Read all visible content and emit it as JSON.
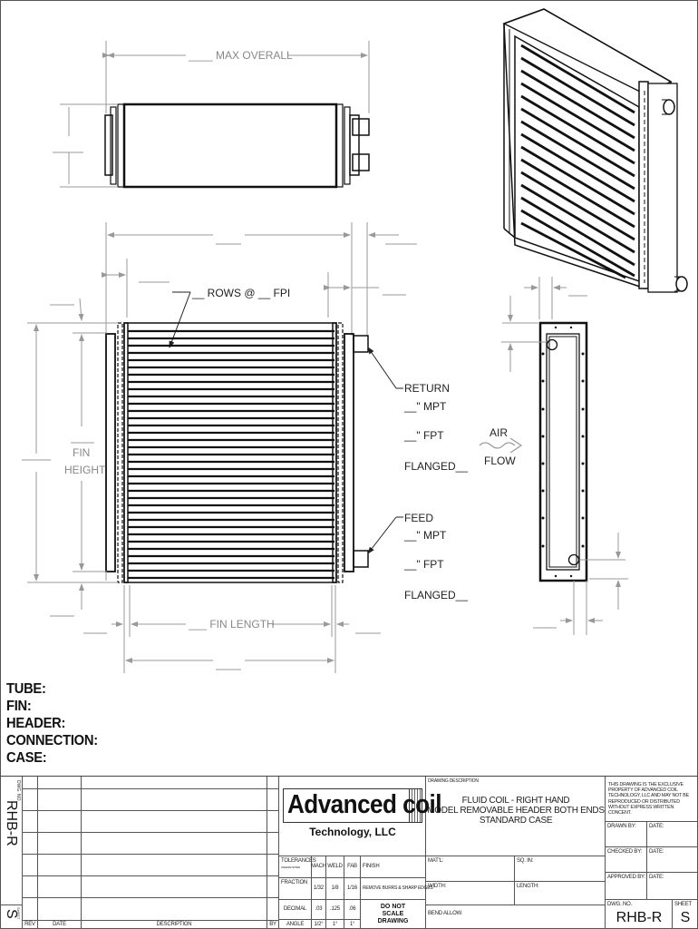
{
  "drawing": {
    "top_view": {
      "max_overall_label": "____ MAX OVERALL"
    },
    "front_view": {
      "rows_fpi_label": "__ ROWS @ __ FPI",
      "fin_height_label": [
        "FIN",
        "HEIGHT"
      ],
      "fin_length_label": "___ FIN LENGTH",
      "blank_dim": "___"
    },
    "connections": {
      "return": {
        "title": "RETURN",
        "mpt": "__\" MPT",
        "fpt": "__\" FPT",
        "flanged": "FLANGED__"
      },
      "feed": {
        "title": "FEED",
        "mpt": "__\" MPT",
        "fpt": "__\" FPT",
        "flanged": "FLANGED__"
      }
    },
    "air_flow": {
      "top": "AIR",
      "bottom": "FLOW"
    }
  },
  "specs": [
    {
      "label": "TUBE:"
    },
    {
      "label": "FIN:"
    },
    {
      "label": "HEADER:"
    },
    {
      "label": "CONNECTION:"
    },
    {
      "label": "CASE:"
    }
  ],
  "title_block": {
    "dwg_no_side_label": "DWG. NO.",
    "dwg_no_side": "RHB-R",
    "sheet_side_label": "SHEET",
    "sheet_side": "S",
    "revision_headers": {
      "rev": "REV",
      "date": "DATE",
      "description": "DESCRIPTION",
      "by": "BY"
    },
    "company": {
      "name": "Advanced coil",
      "sub": "Technology, LLC"
    },
    "tolerances": {
      "headers": [
        "TOLERANCES",
        "MACH",
        "WELD",
        "FAB",
        "FINISH"
      ],
      "tolerances_sub": "UNLESS NOTED",
      "rows": [
        {
          "label": "FRACTION",
          "mach": "1/32",
          "weld": "1/8",
          "fab": "1/16",
          "note": "REMOVE BURRS & SHARP EDGES"
        },
        {
          "label": "DECIMAL",
          "mach": ".03",
          "weld": ".125",
          "fab": ".06",
          "note": "DO NOT SCALE DRAWING"
        },
        {
          "label": "ANGLE",
          "mach": "1/2°",
          "weld": "1°",
          "fab": "1°"
        }
      ]
    },
    "description_label": "DRAWING DESCRIPTION",
    "description_lines": [
      "FLUID COIL - RIGHT HAND",
      "MODEL REMOVABLE HEADER BOTH ENDS",
      "STANDARD CASE"
    ],
    "fields": {
      "matl": "MAT'L:",
      "sq_in": "SQ. IN:",
      "width": "WIDTH:",
      "length": "LENGTH:",
      "bend_allow": "BEND ALLOW."
    },
    "property_notice": "THIS DRAWING IS THE EXCLUSIVE PROPERTY OF ADVANCED COIL TECHNOLOGY, LLC AND MAY NOT BE REPRODUCED OR DISTRIBUTED WITHOUT EXPRESS WRITTEN CONCENT.",
    "signoffs": [
      {
        "label": "DRAWN BY:",
        "date": "DATE:"
      },
      {
        "label": "CHECKED BY:",
        "date": "DATE:"
      },
      {
        "label": "APPROVED BY:",
        "date": "DATE:"
      }
    ],
    "dwg_no_label": "DWG. NO.",
    "dwg_no": "RHB-R",
    "sheet_label": "SHEET",
    "sheet": "S"
  }
}
